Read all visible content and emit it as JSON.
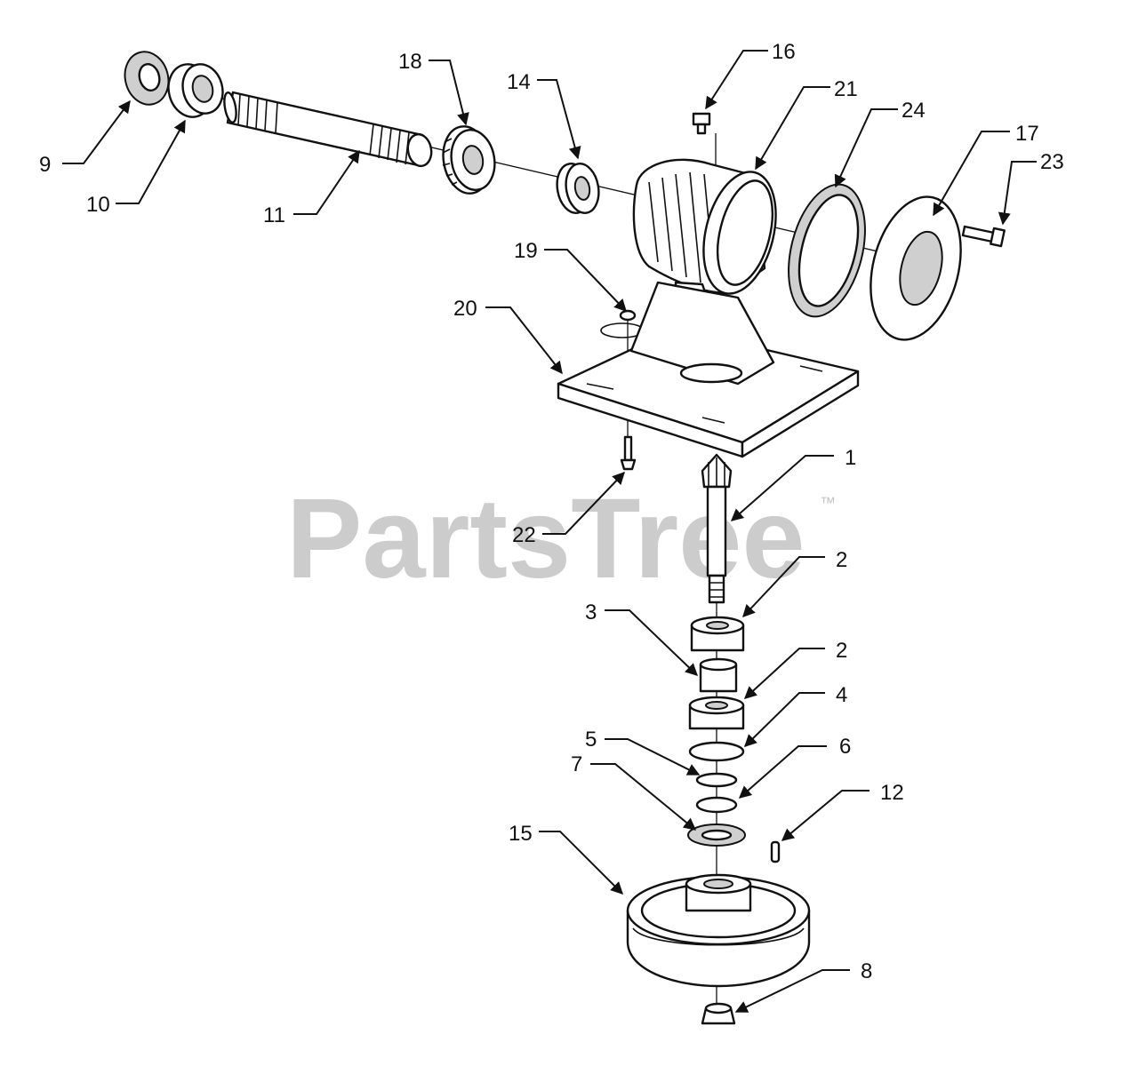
{
  "diagram": {
    "watermark": "PartsTree",
    "trademark": "™",
    "callouts": [
      "1",
      "2",
      "2",
      "3",
      "4",
      "5",
      "6",
      "7",
      "8",
      "9",
      "10",
      "11",
      "12",
      "14",
      "15",
      "16",
      "17",
      "18",
      "19",
      "20",
      "21",
      "22",
      "23",
      "24"
    ]
  }
}
